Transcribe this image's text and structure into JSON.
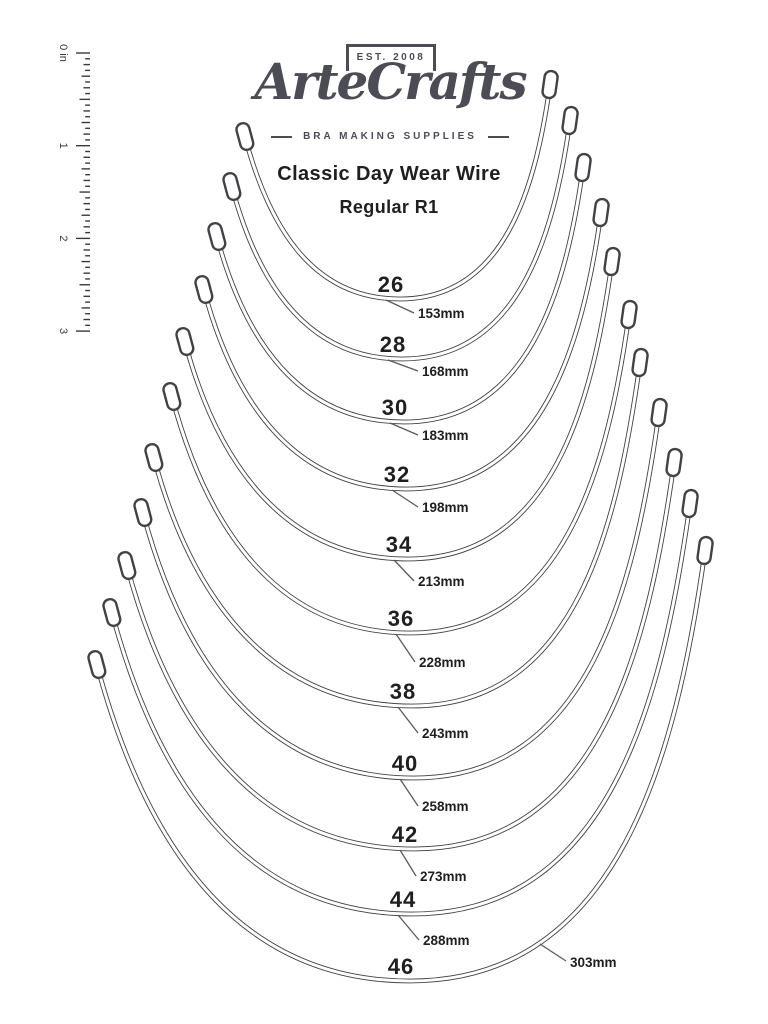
{
  "logo": {
    "est": "EST. 2008",
    "name": "ArteCrafts",
    "tagline": "BRA MAKING SUPPLIES"
  },
  "header": {
    "title": "Classic Day Wear Wire",
    "subtitle": "Regular R1"
  },
  "ruler": {
    "unit": "in",
    "labels": [
      "0",
      "1",
      "2",
      "3"
    ]
  },
  "wires": [
    {
      "size": "26",
      "length": "153mm"
    },
    {
      "size": "28",
      "length": "168mm"
    },
    {
      "size": "30",
      "length": "183mm"
    },
    {
      "size": "32",
      "length": "198mm"
    },
    {
      "size": "34",
      "length": "213mm"
    },
    {
      "size": "36",
      "length": "228mm"
    },
    {
      "size": "38",
      "length": "243mm"
    },
    {
      "size": "40",
      "length": "258mm"
    },
    {
      "size": "42",
      "length": "273mm"
    },
    {
      "size": "44",
      "length": "288mm"
    },
    {
      "size": "46",
      "length": "303mm"
    }
  ],
  "colors": {
    "ink": "#1f1f1f",
    "logo": "#4c4c55",
    "wire": "#424246",
    "leader": "#5a5a5a"
  }
}
